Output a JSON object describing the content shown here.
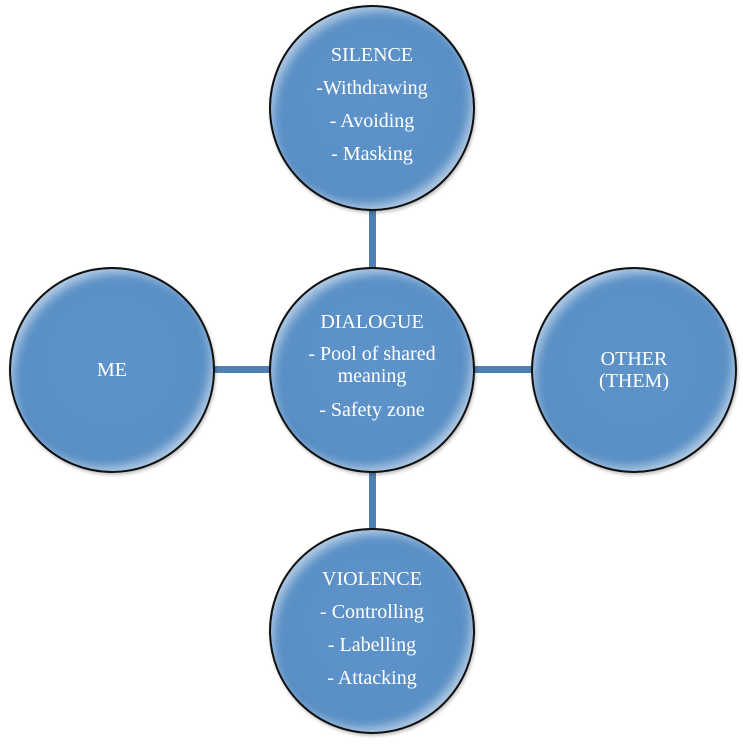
{
  "diagram": {
    "title": "Crucial conversations: dialogue model",
    "colors": {
      "node_fill": "#5a90c6",
      "node_border": "#111111",
      "connector": "#4f81b4",
      "text": "#ffffff"
    },
    "nodes": {
      "silence": {
        "heading": "SILENCE",
        "items": [
          "-Withdrawing",
          "- Avoiding",
          "- Masking"
        ]
      },
      "dialogue": {
        "heading": "DIALOGUE",
        "items": [
          "- Pool of shared",
          "meaning",
          "- Safety zone"
        ]
      },
      "violence": {
        "heading": "VIOLENCE",
        "items": [
          "- Controlling",
          "- Labelling",
          "- Attacking"
        ]
      },
      "me": {
        "heading": "ME"
      },
      "other": {
        "heading": "OTHER",
        "subheading": "(THEM)"
      }
    },
    "edges": [
      {
        "from": "dialogue",
        "to": "silence"
      },
      {
        "from": "dialogue",
        "to": "violence"
      },
      {
        "from": "dialogue",
        "to": "me"
      },
      {
        "from": "dialogue",
        "to": "other"
      }
    ]
  }
}
